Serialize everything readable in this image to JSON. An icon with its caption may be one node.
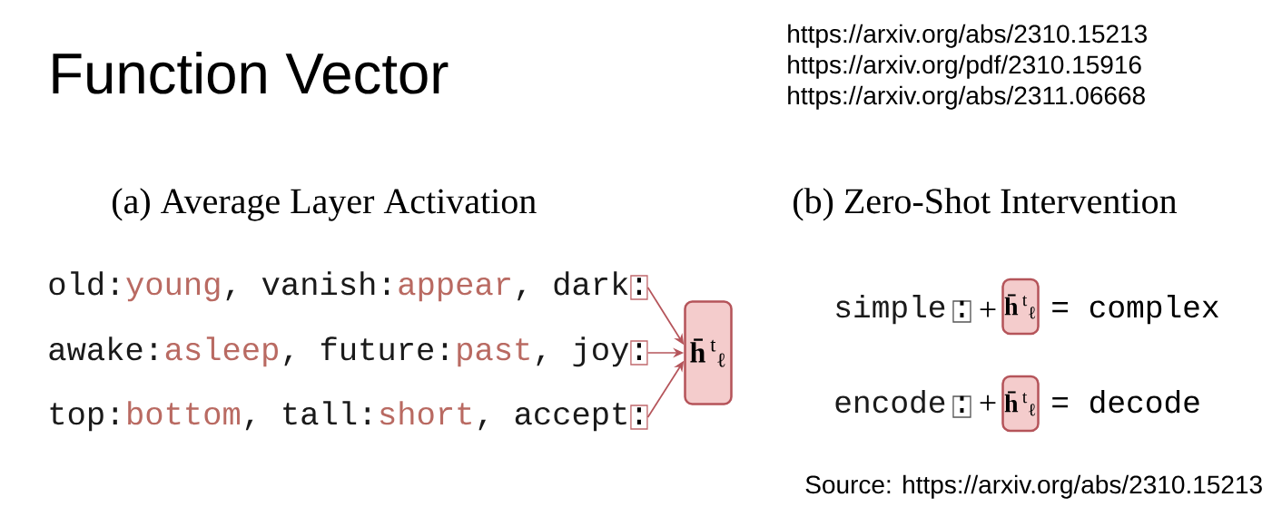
{
  "diagram": {
    "title": "Function Vector",
    "nodes": [
      {
        "text": [
          ":"
        ],
        "beside": [
          "old:",
          "young",
          ", vanish:",
          "appear",
          ", dark"
        ]
      },
      {
        "text": [
          ":"
        ],
        "beside": [
          "awake:",
          "asleep",
          ", future:",
          "past",
          ", joy"
        ]
      },
      {
        "text": [
          ":"
        ],
        "beside": [
          "top:",
          "bottom",
          ", tall:",
          "short",
          ", accept"
        ]
      },
      {
        "text": [
          "**h̄**$^{t}$$_{ℓ}$"
        ]
      },
      {
        "text": [
          ":"
        ],
        "beside": [
          "simple"
        ]
      },
      {
        "text": [
          "**h̄**$^{t}$$_{ℓ}$"
        ]
      },
      {
        "text": [
          ":"
        ],
        "beside": [
          "encode"
        ]
      },
      {
        "text": [
          "**h̄**$^{t}$$_{ℓ}$"
        ]
      }
    ],
    "edges": [
      {
        "from": 0,
        "to": 3,
        "arrow": "to"
      },
      {
        "from": 1,
        "to": 3,
        "arrow": "to"
      },
      {
        "from": 2,
        "to": 3,
        "arrow": "to"
      }
    ],
    "labels": [
      "https://arxiv.org/abs/2310.15213",
      "https://arxiv.org/pdf/2310.15916",
      "https://arxiv.org/abs/2311.06668",
      "(a) Average Layer Activation",
      "(b) Zero-Shot Intervention",
      "+",
      "= complex",
      "+",
      "= decode",
      "Source: https://arxiv.org/abs/2310.15213"
    ]
  }
}
